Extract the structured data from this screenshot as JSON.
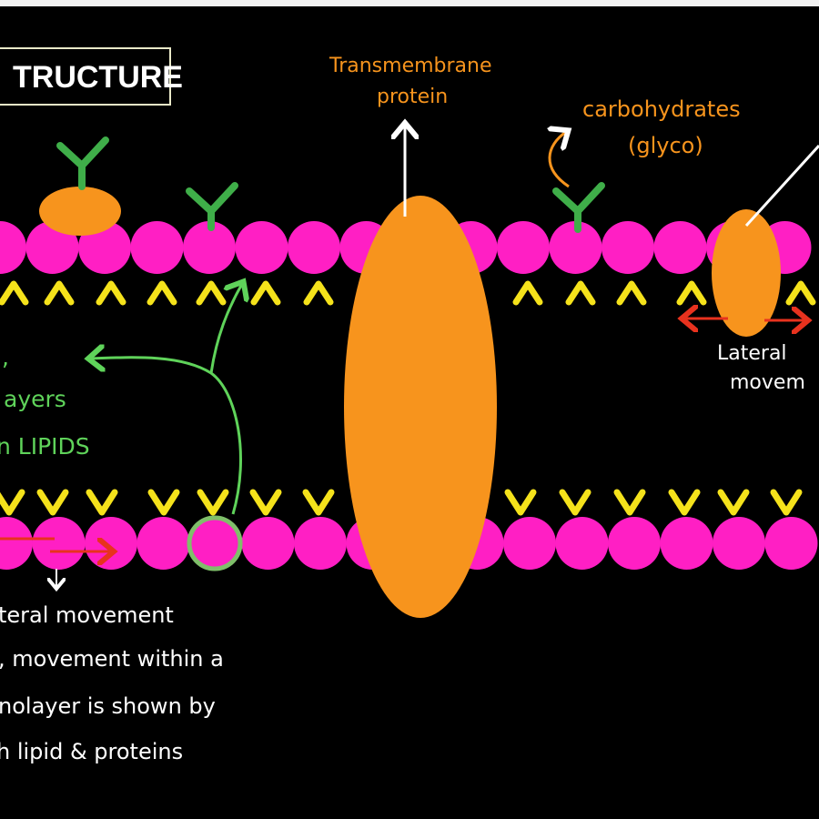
{
  "title": "TRUCTURE",
  "labels": {
    "transmembrane_line1": "Transmembrane",
    "transmembrane_line2": "protein",
    "carbohydrates_line1": "carbohydrates",
    "carbohydrates_line2": "(glyco)",
    "lateral_line1": "Lateral",
    "lateral_line2": "movem",
    "green_line1": ",",
    "green_line2": "ayers",
    "green_line3": "n LIPIDS",
    "bottom_line1": "teral movement",
    "bottom_line2": ", movement within a",
    "bottom_line3": "nolayer  is shown by",
    "bottom_line4": "h lipid & proteins"
  },
  "colors": {
    "head": "#ff1fc4",
    "tail": "#f5e21b",
    "protein": "#f7941d",
    "glycan": "#3fae49",
    "note": "#5fd35a",
    "arrow_red": "#e8321e"
  }
}
